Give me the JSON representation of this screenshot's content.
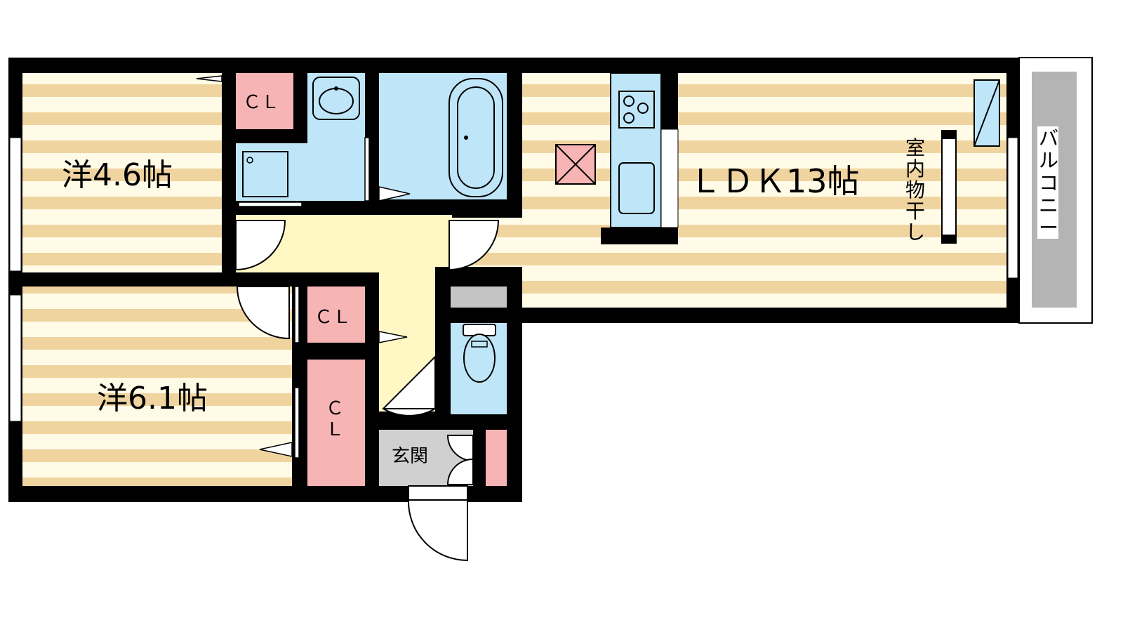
{
  "rooms": {
    "western_room_a": "洋4.6帖",
    "western_room_b": "洋6.1帖",
    "ldk": "ＬＤＫ13帖",
    "closet_a": "ＣＬ",
    "closet_b": "ＣＬ",
    "closet_c_line1": "Ｃ",
    "closet_c_line2": "Ｌ",
    "entrance": "玄関",
    "indoor_drying": [
      "室",
      "内",
      "物",
      "干",
      "し"
    ],
    "balcony": [
      "バ",
      "ル",
      "コ",
      "ニ",
      "ー"
    ]
  },
  "colors": {
    "wall": "#000000",
    "floor_stripe": "#f0d4a0",
    "floor_base": "#fffbe6",
    "corridor": "#fff8c4",
    "closet": "#f7b4b4",
    "wet_area": "#bfe6f8",
    "entrance_floor": "#d0d0d0",
    "balcony_floor": "#b4b4b4"
  }
}
